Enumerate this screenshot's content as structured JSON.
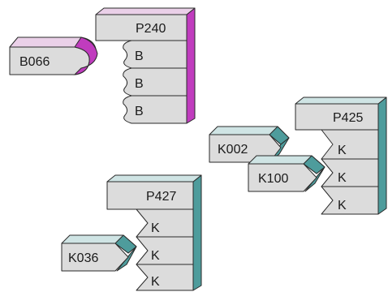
{
  "colors": {
    "front": "#dcdcdc",
    "top_light": "#f4f4f4",
    "outline": "#2a2a2a",
    "magenta_side": "#c03cbe",
    "magenta_top": "#ead0e8",
    "teal_side": "#4e9c9c",
    "teal_top": "#cfe4e4"
  },
  "groups": {
    "magenta": {
      "protein": "P240",
      "slots": [
        "B",
        "B",
        "B"
      ],
      "ligand": "B066"
    },
    "teal_right": {
      "protein": "P425",
      "slots": [
        "K",
        "K",
        "K"
      ],
      "ligands": [
        "K002",
        "K100"
      ]
    },
    "teal_left": {
      "protein": "P427",
      "slots": [
        "K",
        "K",
        "K"
      ],
      "ligand": "K036"
    }
  }
}
